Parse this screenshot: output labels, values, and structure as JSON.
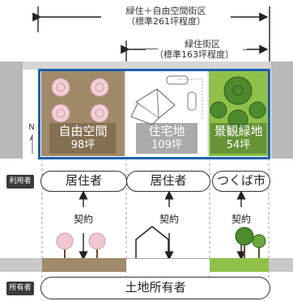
{
  "dimensions": {
    "outer": {
      "line1": "緑住＋自由空間街区",
      "line2": "（標準261坪程度）"
    },
    "inner": {
      "line1": "緑住街区",
      "line2": "（標準163坪程度）"
    }
  },
  "compass": "N",
  "plots": [
    {
      "name": "自由空間",
      "area": "98坪"
    },
    {
      "name": "住宅地",
      "area": "109坪"
    },
    {
      "name": "景観緑地",
      "area": "54坪"
    }
  ],
  "labels": {
    "user": "利用者",
    "owner": "所有者"
  },
  "users": [
    "居住者",
    "居住者",
    "つくば市"
  ],
  "contracts": [
    "契約",
    "契約",
    "契約"
  ],
  "owner_text": "土地所有者",
  "colors": {
    "frame": "#1d5fae",
    "free_space": "#a08a6a",
    "house": "#ffffff",
    "green": "#8fc14a"
  }
}
